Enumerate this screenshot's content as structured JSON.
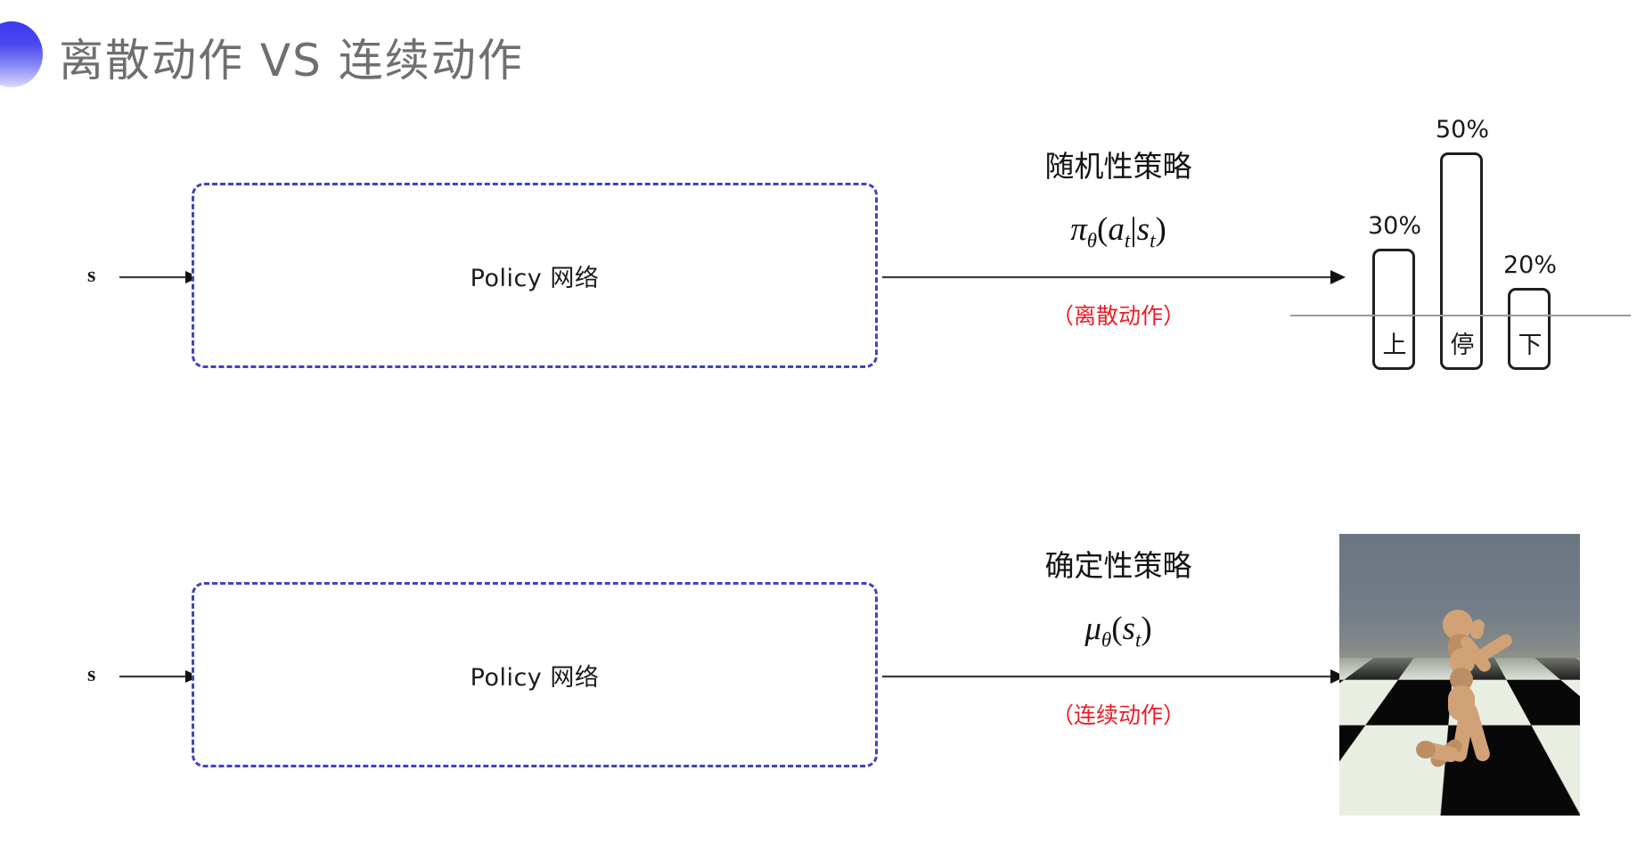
{
  "slide": {
    "title": "离散动作 VS 连续动作",
    "title_color": "#6f6f6f",
    "accent_color": "#3a39f2",
    "background": "#ffffff"
  },
  "rows": [
    {
      "id": "discrete",
      "input_label": "s",
      "box_label": "Policy 网络",
      "policy_title": "随机性策略",
      "formula_main": "π",
      "formula_sub": "θ",
      "formula_args_open": "(",
      "formula_a": "a",
      "formula_a_sub": "t",
      "formula_bar": "|",
      "formula_s": "s",
      "formula_s_sub": "t",
      "formula_args_close": ")",
      "note": "（离散动作）",
      "note_color": "#ec1c24"
    },
    {
      "id": "continuous",
      "input_label": "s",
      "box_label": "Policy 网络",
      "policy_title": "确定性策略",
      "formula_main": "μ",
      "formula_sub": "θ",
      "formula_args_open": "(",
      "formula_s": "s",
      "formula_s_sub": "t",
      "formula_args_close": ")",
      "note": "（连续动作）",
      "note_color": "#ec1c24"
    }
  ],
  "chart_data": {
    "type": "bar",
    "title": "",
    "xlabel": "",
    "ylabel": "",
    "categories": [
      "上",
      "停",
      "下"
    ],
    "values": [
      30,
      50,
      20
    ],
    "value_labels": [
      "30%",
      "50%",
      "20%"
    ],
    "ylim": [
      0,
      60
    ],
    "grid": false,
    "legend": "none",
    "bar_fill": "#ffffff",
    "bar_stroke": "#1f1f1f",
    "axis_color": "#9a9a9a"
  },
  "humanoid": {
    "caption": "",
    "sky_color": "#6f7a86",
    "floor_light": "#e8efe2",
    "floor_dark": "#080808",
    "body_color": "#d2a277"
  }
}
